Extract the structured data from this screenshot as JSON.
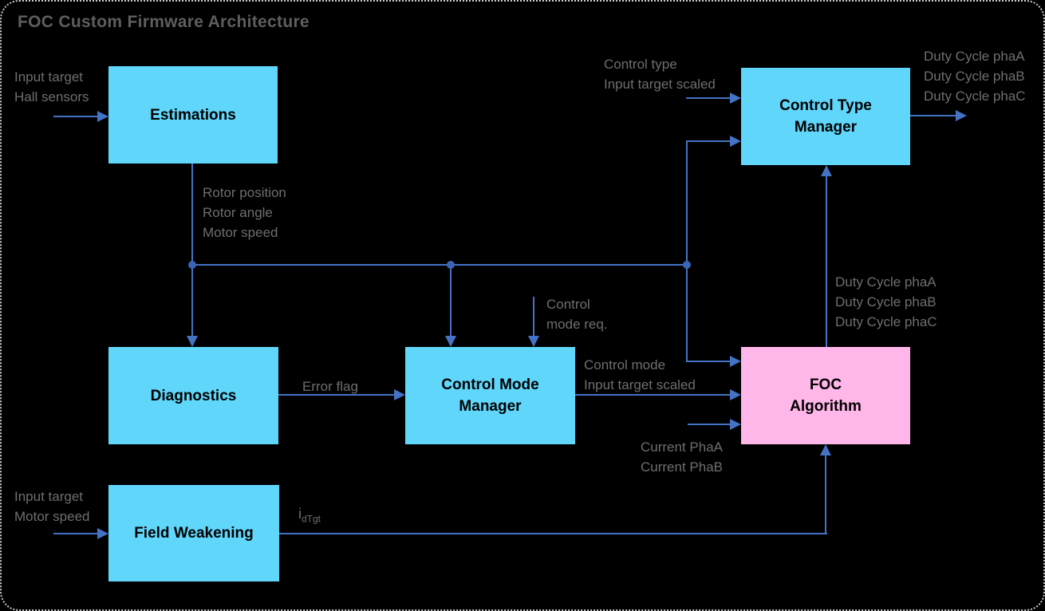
{
  "title": "FOC Custom Firmware Architecture",
  "colors": {
    "background": "#000000",
    "border_dots": "#C9C9C9",
    "title_text": "#5E5E5E",
    "label_text": "#6E6E6E",
    "node_text": "#000000",
    "node_fill_cyan": "#5FD6FA",
    "node_fill_pink": "#FFB6E9",
    "connector_line": "#4472C4",
    "junction_dot": "#3A65B5"
  },
  "diagram": {
    "nodes": [
      {
        "id": "estimations",
        "label": "Estimations",
        "fill": "#5FD6FA"
      },
      {
        "id": "control-type-manager",
        "label": "Control Type\nManager",
        "fill": "#5FD6FA"
      },
      {
        "id": "diagnostics",
        "label": "Diagnostics",
        "fill": "#5FD6FA"
      },
      {
        "id": "control-mode-manager",
        "label": "Control Mode\nManager",
        "fill": "#5FD6FA"
      },
      {
        "id": "foc-algorithm",
        "label": "FOC\nAlgorithm",
        "fill": "#FFB6E9"
      },
      {
        "id": "field-weakening",
        "label": "Field Weakening",
        "fill": "#5FD6FA"
      }
    ],
    "flow_labels": [
      {
        "id": "estimations-inputs",
        "lines": [
          "Input target",
          "Hall sensors"
        ]
      },
      {
        "id": "estimations-outputs",
        "lines": [
          "Rotor position",
          "Rotor angle",
          "Motor speed"
        ]
      },
      {
        "id": "control-type-manager-inputs",
        "lines": [
          "Control type",
          "Input target scaled"
        ]
      },
      {
        "id": "duty-cycle-outputs",
        "lines": [
          "Duty Cycle phaA",
          "Duty Cycle phaB",
          "Duty Cycle phaC"
        ]
      },
      {
        "id": "control-mode-request",
        "lines": [
          "Control",
          "mode req."
        ]
      },
      {
        "id": "error-flag",
        "lines": [
          "Error flag"
        ]
      },
      {
        "id": "control-mode-outputs",
        "lines": [
          "Control mode",
          "Input target scaled"
        ]
      },
      {
        "id": "current-inputs",
        "lines": [
          "Current PhaA",
          "Current PhaB"
        ]
      },
      {
        "id": "duty-cycle-feedback",
        "lines": [
          "Duty Cycle phaA",
          "Duty Cycle phaB",
          "Duty Cycle phaC"
        ]
      },
      {
        "id": "field-weakening-inputs",
        "lines": [
          "Input target",
          "Motor speed"
        ]
      },
      {
        "id": "idtgt",
        "main": "i",
        "sub": "dTgt"
      }
    ]
  }
}
